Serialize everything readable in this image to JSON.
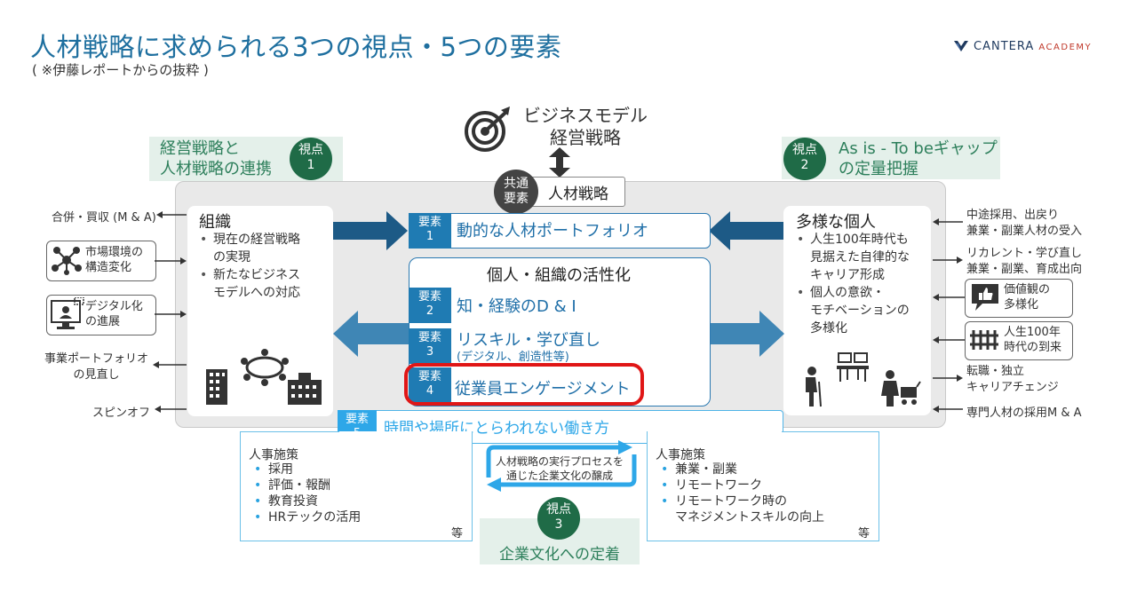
{
  "header": {
    "title": "人材戦略に求められる3つの視点・5つの要素",
    "subtitle": "( ※伊藤レポートからの抜粋 )",
    "logo_main": "CANTERA",
    "logo_sub": "ACADEMY"
  },
  "top": {
    "business_line1": "ビジネスモデル",
    "business_line2": "経営戦略",
    "common_label_1": "共通",
    "common_label_2": "要素",
    "common_value": "人材戦略"
  },
  "viewpoints": {
    "v1_text_1": "経営戦略と",
    "v1_text_2": "人材戦略の連携",
    "v1_label": "視点",
    "v1_num": "1",
    "v2_label": "視点",
    "v2_num": "2",
    "v2_text_1": "As is - To beギャップ",
    "v2_text_2": "の定量把握",
    "v3_label": "視点",
    "v3_num": "3",
    "v3_text": "企業文化への定着"
  },
  "org_panel": {
    "title": "組織",
    "bullets": [
      "現在の経営戦略",
      "の実現",
      "新たなビジネス",
      "モデルへの対応"
    ]
  },
  "individual_panel": {
    "title": "多様な個人",
    "bullets": [
      "人生100年時代も",
      "見据えた自律的な",
      "キャリア形成",
      "個人の意欲・",
      "モチベーションの",
      "多様化"
    ]
  },
  "elements": {
    "tag_word": "要素",
    "e1_num": "1",
    "e1_text": "動的な人材ポートフォリオ",
    "center_title": "個人・組織の活性化",
    "e2_num": "2",
    "e2_text": "知・経験のD & I",
    "e3_num": "3",
    "e3_text": "リスキル・学び直し",
    "e3_sub": "(デジタル、創造性等)",
    "e4_num": "4",
    "e4_text": "従業員エンゲージメント",
    "e5_num": "5",
    "e5_text": "時間や場所にとらわれない働き方"
  },
  "left_labels": {
    "ma": "合併・買収 (M & A)",
    "market_1": "市場環境の",
    "market_2": "構造変化",
    "digital_1": "デジタル化",
    "digital_2": "の進展",
    "portfolio_1": "事業ポートフォリオ",
    "portfolio_2": "の見直し",
    "spinoff": "スピンオフ"
  },
  "right_labels": {
    "r1_1": "中途採用、出戻り",
    "r1_2": "兼業・副業人材の受入",
    "r2_1": "リカレント・学び直し",
    "r2_2": "兼業・副業、育成出向",
    "values_1": "価値観の",
    "values_2": "多様化",
    "life_1": "人生100年",
    "life_2": "時代の到来",
    "r3_1": "転職・独立",
    "r3_2": "キャリアチェンジ",
    "r4": "専門人材の採用M & A"
  },
  "bottom": {
    "left_title": "人事施策",
    "left_items": [
      "採用",
      "評価・報酬",
      "教育投資",
      "HRテックの活用"
    ],
    "right_title": "人事施策",
    "right_items": [
      "兼業・副業",
      "リモートワーク",
      "リモートワーク時の",
      "マネジメントスキルの向上"
    ],
    "etc": "等",
    "cycle_1": "人材戦略の実行プロセスを",
    "cycle_2": "通じた企業文化の醸成"
  },
  "colors": {
    "title_blue": "#1e6f9f",
    "dark_arrow": "#1d5a86",
    "light_arrow": "#3f86b5",
    "tag_blue": "#1f7bb3",
    "green": "#1f6b47",
    "highlight_red": "#e01616"
  }
}
